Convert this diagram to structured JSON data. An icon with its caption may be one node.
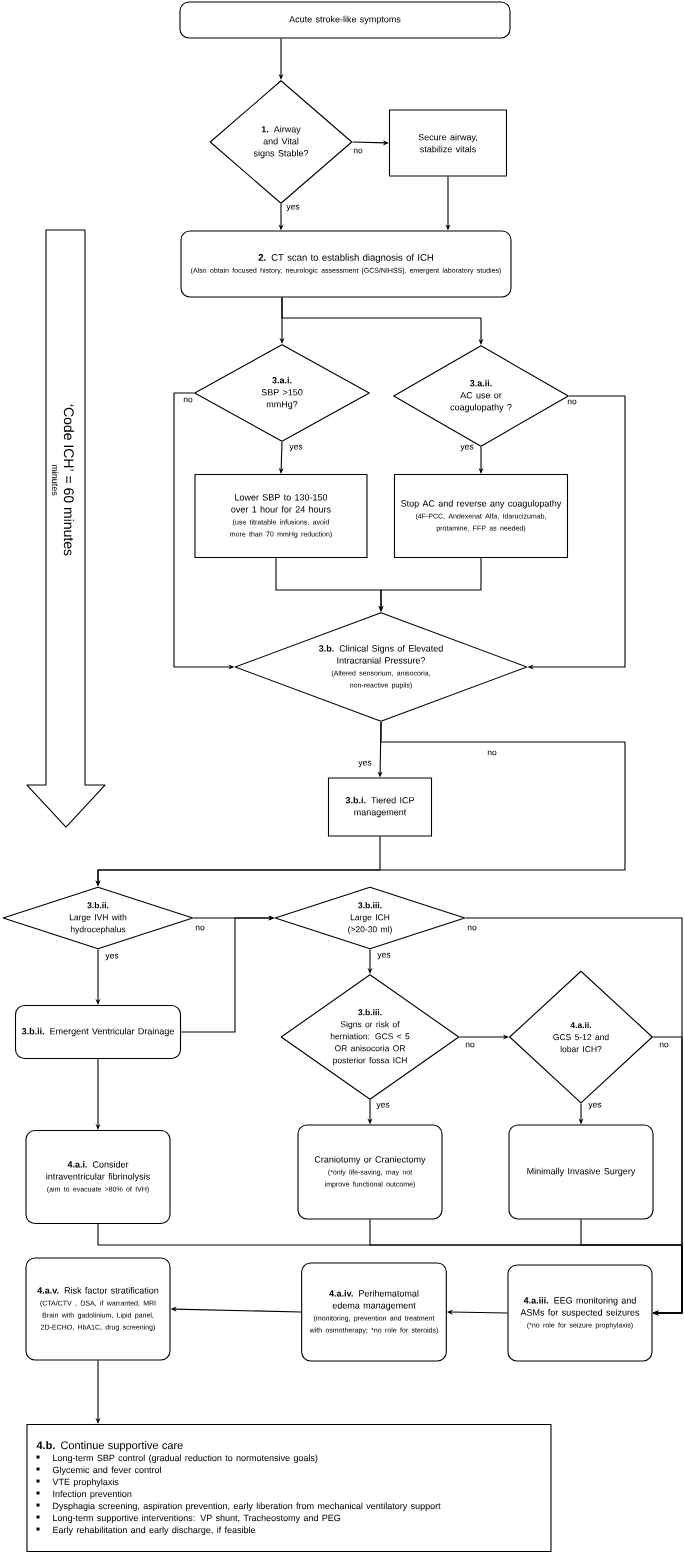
{
  "diagram": {
    "nodes": [
      {
        "text": [
          "Acute stroke-like symptoms"
        ]
      },
      {
        "text": [
          "**1.** Airway and Vital signs Stable?"
        ]
      },
      {
        "text": [
          "Secure airway, stabilize vitals"
        ]
      },
      {
        "text": [
          "**2.** CT scan to establish diagnosis of ICH",
          "(Also obtain focused history, neurologic assessment [GCS/NIHSS], emergent laboratory studies)"
        ]
      },
      {
        "text": [
          "3.a.i.",
          "SBP >150 mmHg?"
        ]
      },
      {
        "text": [
          "3.a.ii.",
          "AC use or coagulopathy ?"
        ]
      },
      {
        "text": [
          "Lower SBP to 130-150 over 1 hour for 24 hours",
          "(use titratable infusions, avoid more than 70 mmHg reduction)"
        ]
      },
      {
        "text": [
          "Stop AC and reverse any coagulopathy",
          "(4F-PCC, Andexenat Alfa, Idarucizumab, protamine, FFP as needed)"
        ]
      },
      {
        "text": [
          "**3.b.** Clinical Signs of Elevated Intracranial Pressure?",
          "(Altered sensorium, anisocoria, non-reactive pupils)"
        ]
      },
      {
        "text": [
          "**3.b.i.** Tiered ICP management"
        ]
      },
      {
        "text": [
          "3.b.ii.",
          "Large IVH with hydrocephalus"
        ]
      },
      {
        "text": [
          "3.b.iii.",
          "Large ICH (>20-30 ml)"
        ]
      },
      {
        "text": [
          "**3.b.ii.** Emergent Ventricular Drainage"
        ]
      },
      {
        "text": [
          "3.b.iii.",
          "Signs or risk of herniation: GCS < 5 OR anisocoria OR posterior fossa ICH"
        ]
      },
      {
        "text": [
          "4.a.ii.",
          "GCS 5-12 and lobar ICH?"
        ]
      },
      {
        "text": [
          "**4.a.i.** Consider intraventricular fibrinolysis",
          "(aim to evacuate >80% of IVH)"
        ]
      },
      {
        "text": [
          "Craniotomy or Craniectomy",
          "(*only life-saving, may not improve functional outcome)"
        ]
      },
      {
        "text": [
          "Minimally Invasive Surgery"
        ]
      },
      {
        "text": [
          "**4.a.v.** Risk factor stratification",
          "(CTA/CTV , DSA, if warranted, MRI Brain with gadolinium, Lipid panel, 2D-ECHO, HbA1C, drug screening)"
        ]
      },
      {
        "text": [
          "**4.a.iv.** Perihematomal edema management",
          "(monitoring, prevention and treatment with osmotherapy; *no role for steroids)"
        ]
      },
      {
        "text": [
          "**4.a.iii.** EEG monitoring and ASMs for suspected seizures",
          "(*no role for seizure prophylaxis)"
        ]
      },
      {
        "text": [
          "**4.b.** Continue supportive care",
          "Long-term SBP control (gradual reduction to normotensive goals)",
          "Glycemic and fever control",
          "VTE prophylaxis",
          "Infection prevention",
          "Dysphagia screening, aspiration prevention, early liberation from mechanical ventilatory support",
          "Long-term supportive interventions: VP shunt, Tracheostomy and PEG",
          "Early rehabilitation and early discharge, if feasible"
        ]
      },
      {
        "text": [
          "‘Code ICH’ = 60 minutes",
          "minutes"
        ]
      }
    ],
    "edges": [
      {
        "from": 0,
        "to": 1,
        "arrow": "to"
      },
      {
        "from": 1,
        "to": 2,
        "arrow": "to",
        "label": "no"
      },
      {
        "from": 1,
        "to": 3,
        "arrow": "to",
        "label": "yes"
      },
      {
        "from": 2,
        "to": 3,
        "arrow": "to"
      },
      {
        "from": 3,
        "to": 4,
        "arrow": "to"
      },
      {
        "from": 3,
        "to": 5,
        "arrow": "to"
      },
      {
        "from": 4,
        "to": 8,
        "arrow": "to",
        "label": "no"
      },
      {
        "from": 4,
        "to": 6,
        "arrow": "to",
        "label": "yes"
      },
      {
        "from": 5,
        "to": 8,
        "arrow": "to",
        "label": "no"
      },
      {
        "from": 5,
        "to": 7,
        "arrow": "to",
        "label": "yes"
      },
      {
        "from": 6,
        "to": 8,
        "arrow": "to"
      },
      {
        "from": 7,
        "to": 8,
        "arrow": "to"
      },
      {
        "from": 8,
        "to": 9,
        "arrow": "to",
        "label": "yes"
      },
      {
        "from": 8,
        "to": 10,
        "arrow": "to",
        "label": "no"
      },
      {
        "from": 9,
        "to": 10,
        "arrow": "to"
      },
      {
        "from": 10,
        "to": 11,
        "arrow": "to",
        "label": "no"
      },
      {
        "from": 10,
        "to": 12,
        "arrow": "to",
        "label": "yes"
      },
      {
        "from": 12,
        "to": 11,
        "arrow": "to"
      },
      {
        "from": 11,
        "to": 20,
        "arrow": "to",
        "label": "no"
      },
      {
        "from": 11,
        "to": 13,
        "arrow": "to",
        "label": "yes"
      },
      {
        "from": 13,
        "to": 14,
        "arrow": "to",
        "label": "no"
      },
      {
        "from": 13,
        "to": 16,
        "arrow": "to",
        "label": "yes"
      },
      {
        "from": 14,
        "to": 20,
        "arrow": "to",
        "label": "no"
      },
      {
        "from": 14,
        "to": 17,
        "arrow": "to",
        "label": "yes"
      },
      {
        "from": 12,
        "to": 15,
        "arrow": "to"
      },
      {
        "from": 15,
        "to": 20,
        "arrow": "to"
      },
      {
        "from": 16,
        "to": 20,
        "arrow": "to"
      },
      {
        "from": 17,
        "to": 20,
        "arrow": "to"
      },
      {
        "from": 20,
        "to": 19,
        "arrow": "to"
      },
      {
        "from": 19,
        "to": 18,
        "arrow": "to"
      },
      {
        "from": 18,
        "to": 21,
        "arrow": "to"
      }
    ]
  }
}
